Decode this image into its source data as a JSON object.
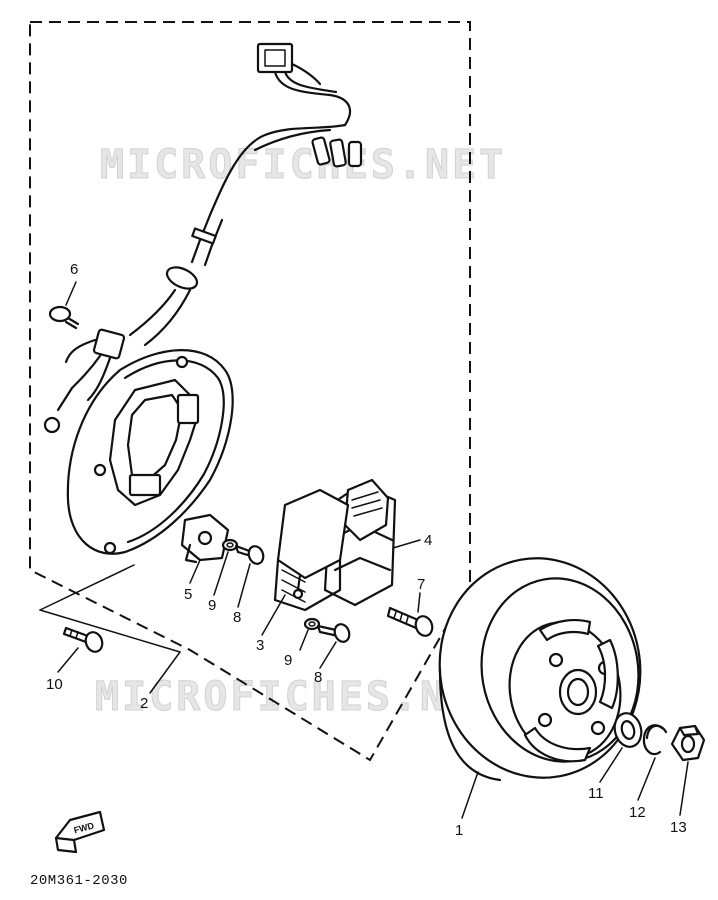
{
  "watermark_text": "MICROFICHES.NET",
  "diagram_code": "20M361-2030",
  "direction_badge": "FWD",
  "callouts": [
    {
      "id": "1",
      "part": "flywheel-rotor"
    },
    {
      "id": "2",
      "part": "stator-assembly"
    },
    {
      "id": "3",
      "part": "source-coil"
    },
    {
      "id": "4",
      "part": "lighting-coil"
    },
    {
      "id": "5",
      "part": "pickup-coil"
    },
    {
      "id": "6",
      "part": "lead-clamp-screw"
    },
    {
      "id": "7",
      "part": "coil-screw"
    },
    {
      "id": "8a",
      "label": "8",
      "part": "coil-screw"
    },
    {
      "id": "8b",
      "label": "8",
      "part": "coil-screw"
    },
    {
      "id": "9a",
      "label": "9",
      "part": "washer"
    },
    {
      "id": "9b",
      "label": "9",
      "part": "washer"
    },
    {
      "id": "10",
      "part": "stator-screw"
    },
    {
      "id": "11",
      "part": "washer"
    },
    {
      "id": "12",
      "part": "lock-washer"
    },
    {
      "id": "13",
      "part": "nut"
    }
  ],
  "labels": {
    "c1": "1",
    "c2": "2",
    "c3": "3",
    "c4": "4",
    "c5": "5",
    "c6": "6",
    "c7": "7",
    "c8a": "8",
    "c8b": "8",
    "c9a": "9",
    "c9b": "9",
    "c10": "10",
    "c11": "11",
    "c12": "12",
    "c13": "13"
  }
}
